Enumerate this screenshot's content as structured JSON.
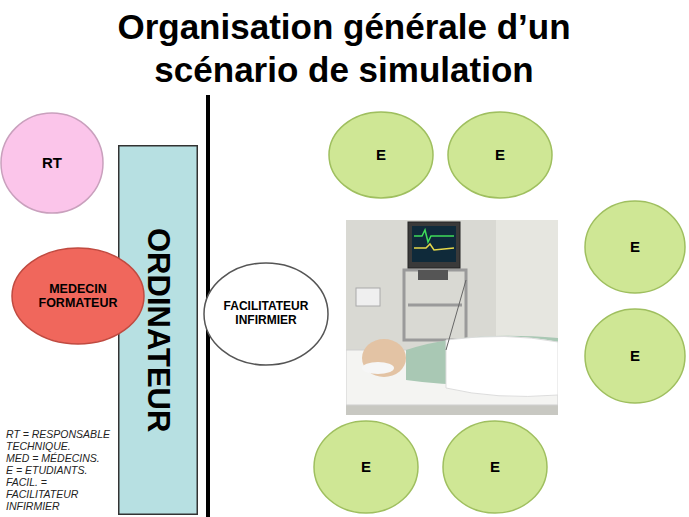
{
  "diagram": {
    "title": "Organisation générale d’un scénario de simulation",
    "nodes": [
      {
        "text": [
          "RT"
        ]
      },
      {
        "text": [
          "MEDECIN FORMATEUR"
        ]
      },
      {
        "text": [
          "ORDINATEUR"
        ]
      },
      {
        "text": [
          "FACILITATEUR INFIRMIER"
        ]
      },
      {
        "text": [
          "E"
        ]
      },
      {
        "text": [
          "E"
        ]
      },
      {
        "text": [
          "E"
        ]
      },
      {
        "text": [
          "E"
        ]
      },
      {
        "text": [
          "E"
        ]
      },
      {
        "text": [
          "E"
        ]
      }
    ],
    "labels": [
      "RT = RESPONSABLE TECHNIQUE.",
      "MED = MÉDECINS.",
      "E = ETUDIANTS.",
      "FACIL. = FACILITATEUR INFIRMIER"
    ]
  }
}
